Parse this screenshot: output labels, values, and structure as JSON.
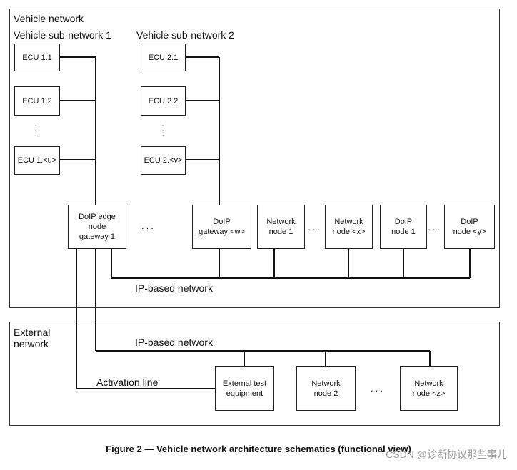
{
  "vehicle_network": {
    "title": "Vehicle network",
    "sub1_title": "Vehicle sub-network 1",
    "sub2_title": "Vehicle sub-network 2",
    "ecus_sub1": [
      "ECU 1.1",
      "ECU 1.2",
      "ECU 1.<u>"
    ],
    "ecus_sub2": [
      "ECU 2.1",
      "ECU 2.2",
      "ECU 2.<v>"
    ],
    "edge_gateway": "DoIP edge\nnode\ngateway  1",
    "gateway_w": "DoIP\ngateway <w>",
    "network_node_1": "Network\nnode  1",
    "network_node_x": "Network\nnode <x>",
    "doip_node_1": "DoIP\nnode 1",
    "doip_node_y": "DoIP\nnode <y>",
    "ip_network_label": "IP-based network"
  },
  "external_network": {
    "title": "External\nnetwork",
    "ip_network_label": "IP-based network",
    "activation_line_label": "Activation line",
    "test_equipment": "External test\nequipment",
    "network_node_2": "Network\nnode  2",
    "network_node_z": "Network\nnode <z>"
  },
  "caption": "Figure 2 — Vehicle network architecture schematics (functional view)",
  "watermark": "CSDN @诊断协议那些事儿"
}
